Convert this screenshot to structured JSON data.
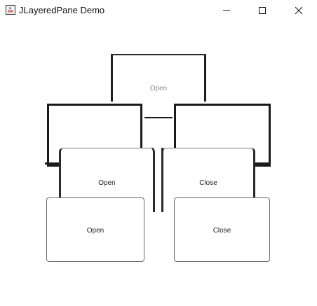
{
  "window": {
    "title": "JLayeredPane Demo",
    "icon": "java-coffee-icon",
    "controls": {
      "minimize_icon": "minimize-icon",
      "maximize_icon": "maximize-icon",
      "close_icon": "close-icon"
    }
  },
  "panels": {
    "top": {
      "label": "Open"
    },
    "upper_left": {
      "label": ""
    },
    "upper_right": {
      "label": ""
    },
    "middle_left": {
      "label": "Open"
    },
    "middle_right": {
      "label": "Close"
    },
    "bottom_left": {
      "label": "Open"
    },
    "bottom_right": {
      "label": "Close"
    }
  },
  "colors": {
    "background": "#ffffff",
    "border": "#1a1a1a",
    "faded_label": "#8a8a8a"
  }
}
